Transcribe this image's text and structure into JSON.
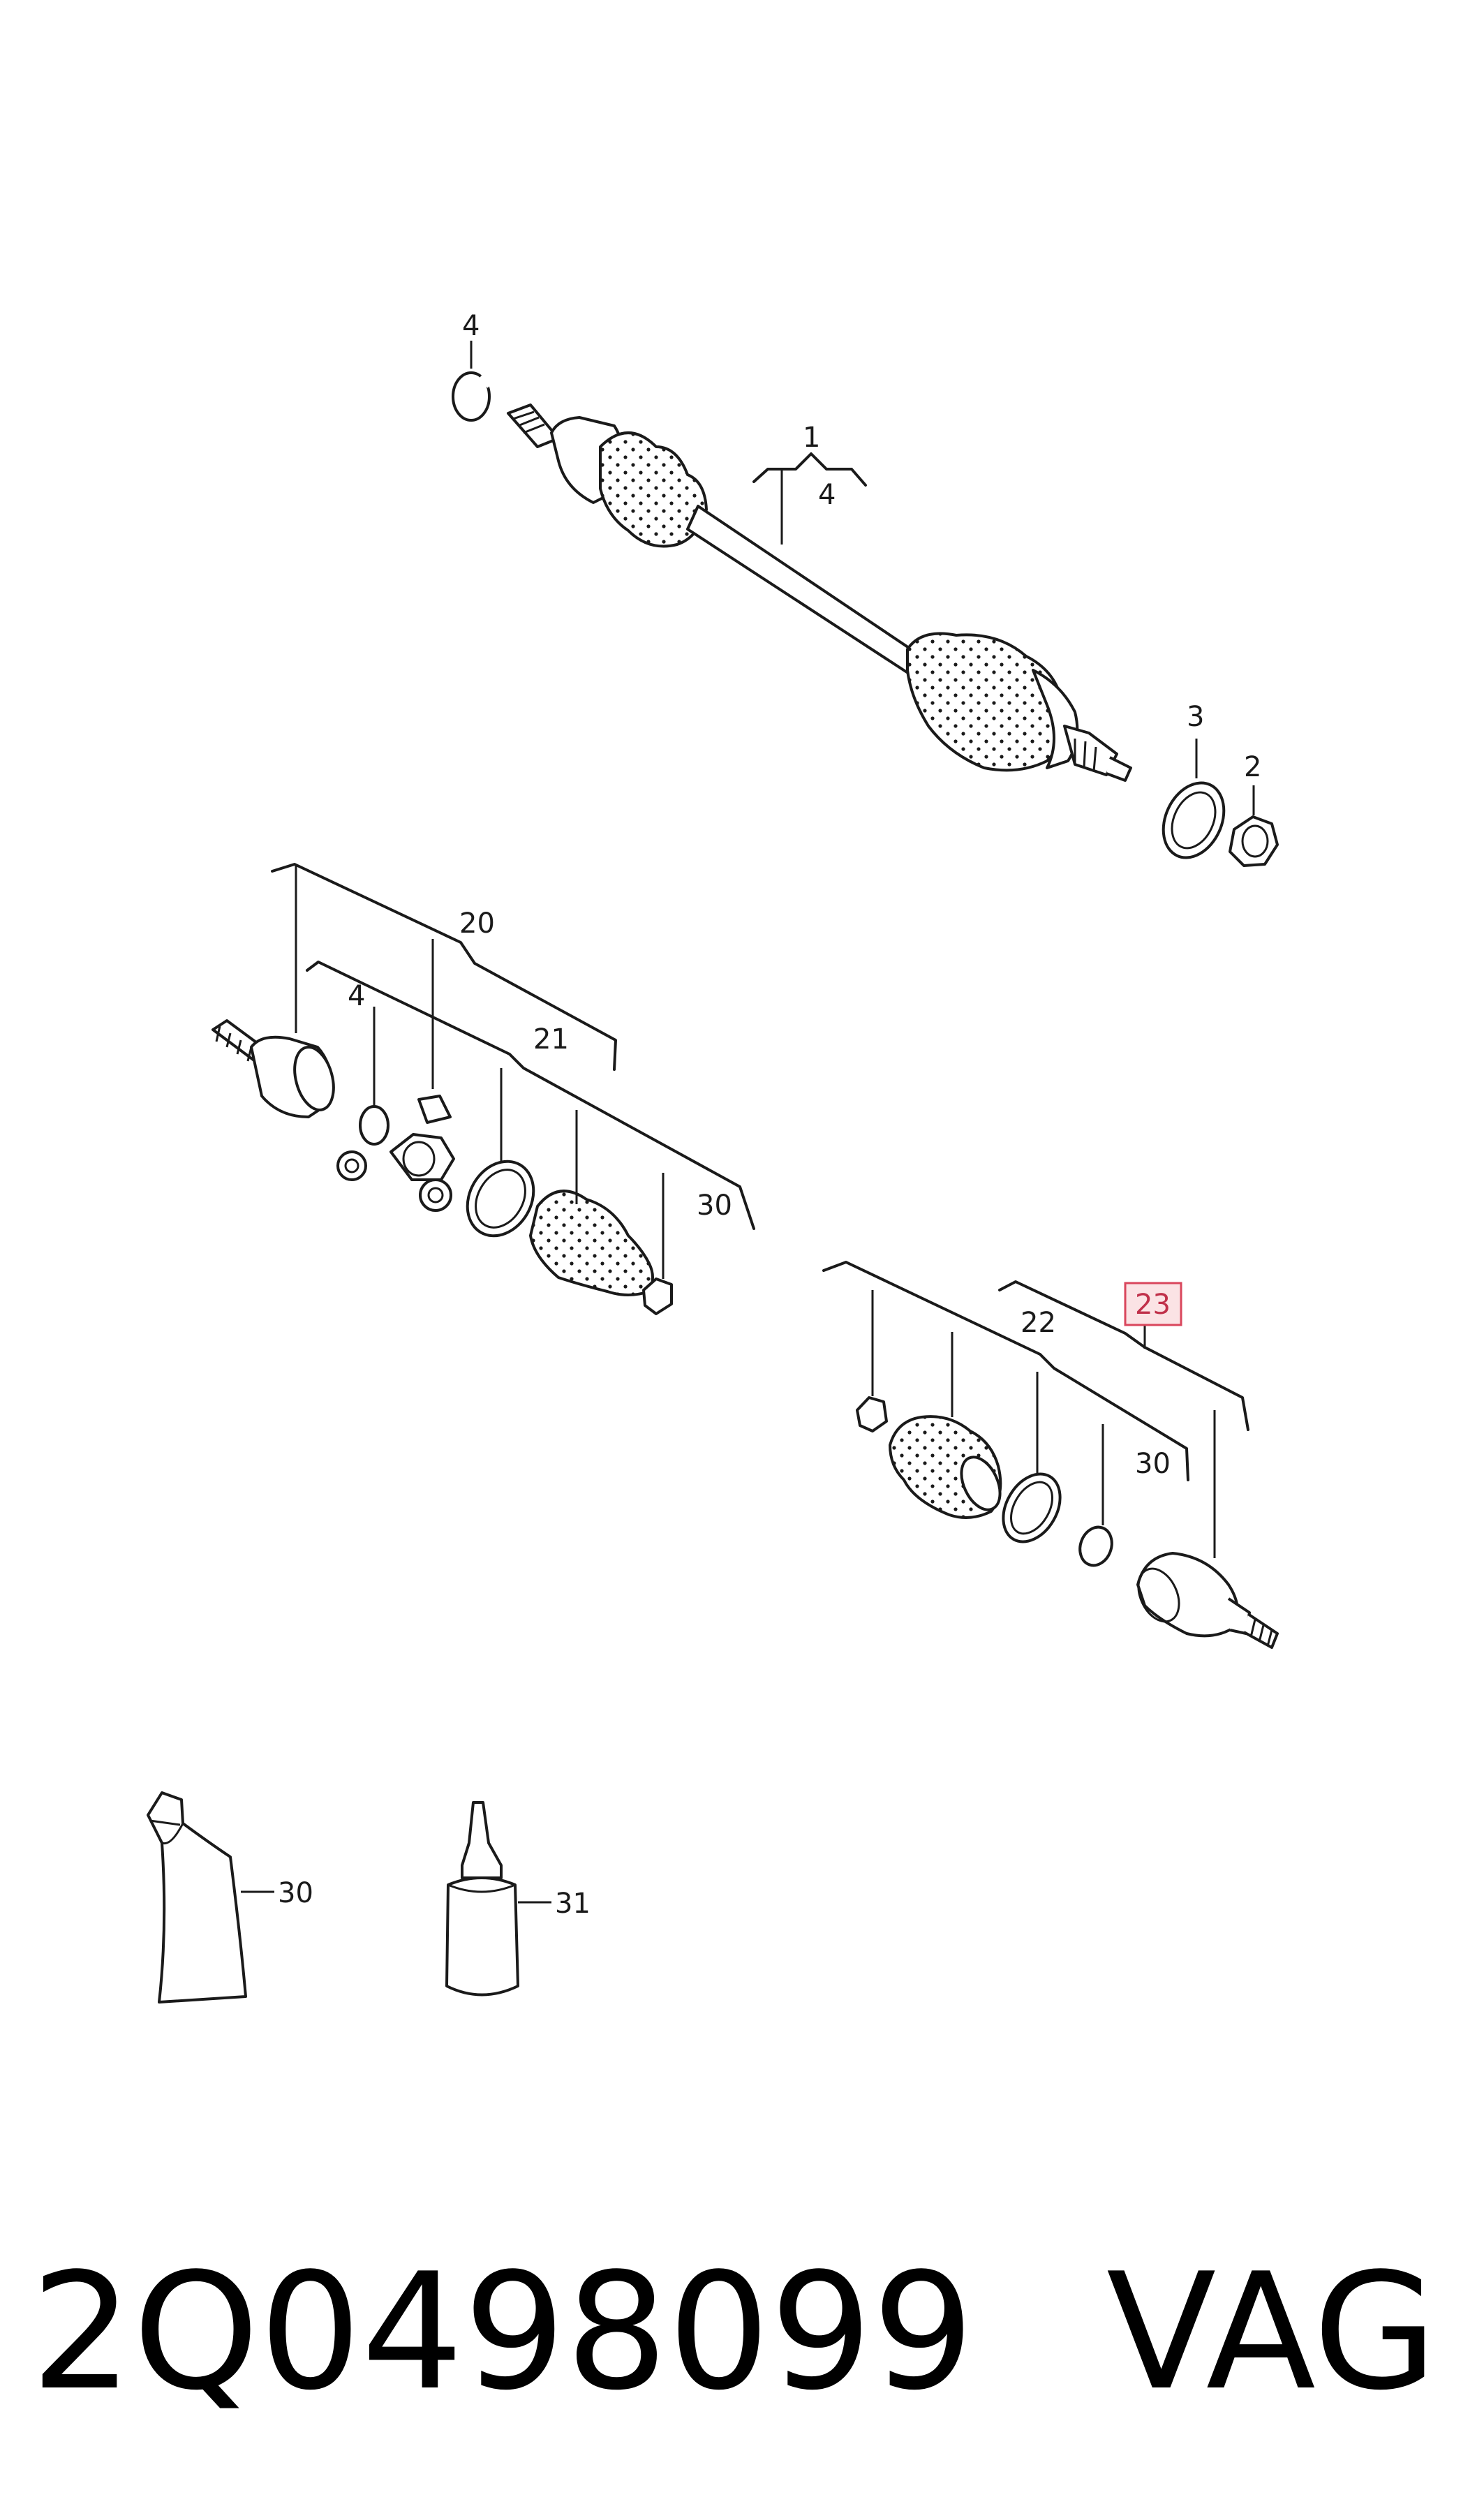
{
  "diagram": {
    "labels": {
      "shaft_clip": "4",
      "drive_shaft": "1",
      "drive_shaft_sub": "4",
      "washer": "3",
      "nut": "2",
      "inner_joint_kit": "20",
      "inner_circlip": "4",
      "inner_boot_kit": "21",
      "inner_grease": "30",
      "outer_boot_kit": "22",
      "outer_joint_kit": "23",
      "outer_grease": "30",
      "grease_tube": "30",
      "sealant_bottle": "31"
    },
    "highlight_color": "#d9465c"
  },
  "footer": {
    "part_number": "2Q0498099",
    "brand": "VAG"
  }
}
